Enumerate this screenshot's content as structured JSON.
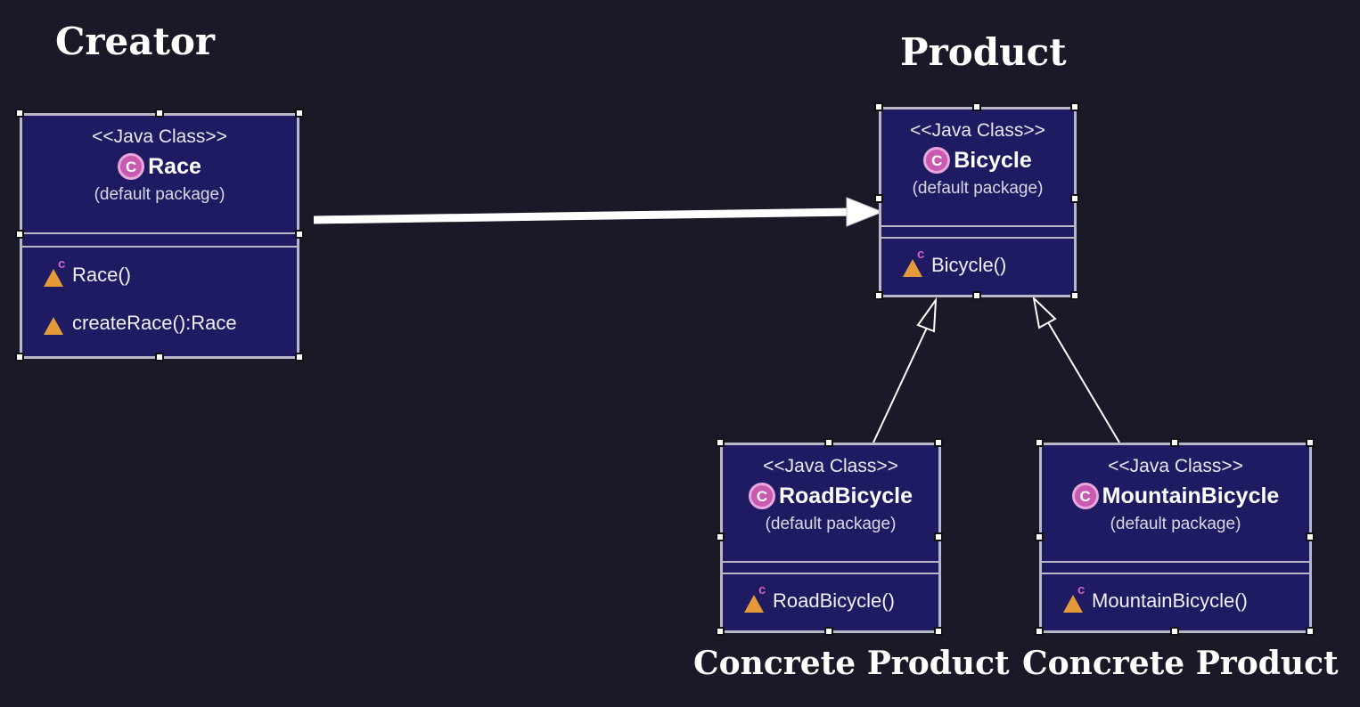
{
  "roles": {
    "creator": "Creator",
    "product": "Product",
    "concrete_left": "Concrete Product",
    "concrete_right": "Concrete Product"
  },
  "classes": {
    "race": {
      "stereotype": "<<Java Class>>",
      "name": "Race",
      "package": "(default package)",
      "methods": [
        "Race()",
        "createRace():Race"
      ]
    },
    "bicycle": {
      "stereotype": "<<Java Class>>",
      "name": "Bicycle",
      "package": "(default package)",
      "methods": [
        "Bicycle()"
      ]
    },
    "road": {
      "stereotype": "<<Java Class>>",
      "name": "RoadBicycle",
      "package": "(default package)",
      "methods": [
        "RoadBicycle()"
      ]
    },
    "mountain": {
      "stereotype": "<<Java Class>>",
      "name": "MountainBicycle",
      "package": "(default package)",
      "methods": [
        "MountainBicycle()"
      ]
    }
  },
  "class_icon_letter": "C",
  "constructor_marker": "c",
  "colors": {
    "background": "#1b1827",
    "class_fill": "#1e1b63",
    "class_border": "#b8b8c8",
    "class_icon": "#c85ab0",
    "method_icon": "#e59a3a"
  },
  "icons": [
    "class-icon",
    "method-icon"
  ]
}
